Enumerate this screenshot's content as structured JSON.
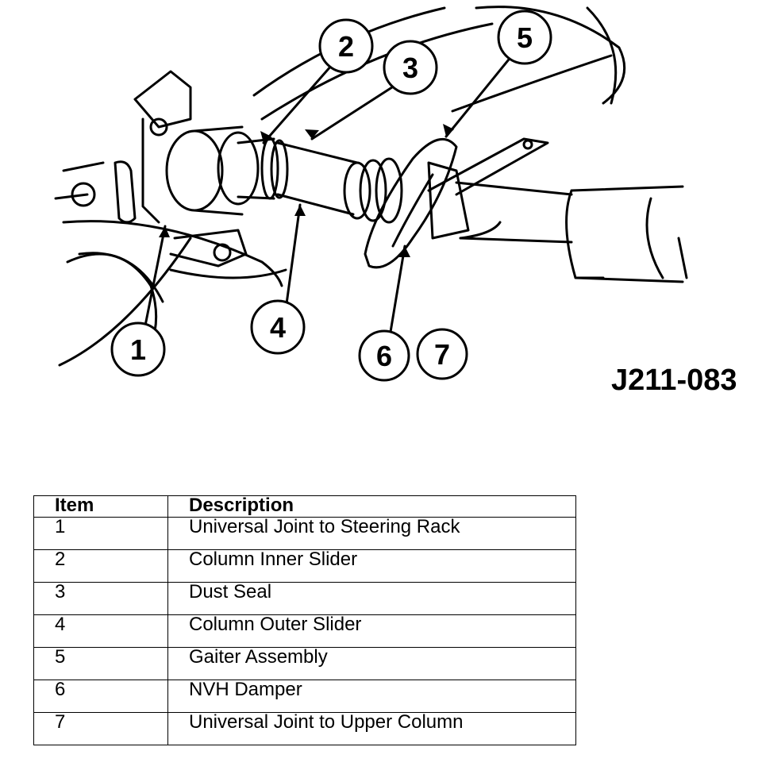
{
  "figure": {
    "code": "J211-083",
    "callouts": [
      "1",
      "2",
      "3",
      "4",
      "5",
      "6",
      "7"
    ]
  },
  "table": {
    "headers": [
      "Item",
      "Description"
    ],
    "rows": [
      {
        "item": "1",
        "description": "Universal Joint to Steering Rack"
      },
      {
        "item": "2",
        "description": "Column Inner Slider"
      },
      {
        "item": "3",
        "description": "Dust Seal"
      },
      {
        "item": "4",
        "description": "Column Outer Slider"
      },
      {
        "item": "5",
        "description": "Gaiter Assembly"
      },
      {
        "item": "6",
        "description": "NVH Damper"
      },
      {
        "item": "7",
        "description": "Universal Joint to Upper Column"
      }
    ]
  }
}
